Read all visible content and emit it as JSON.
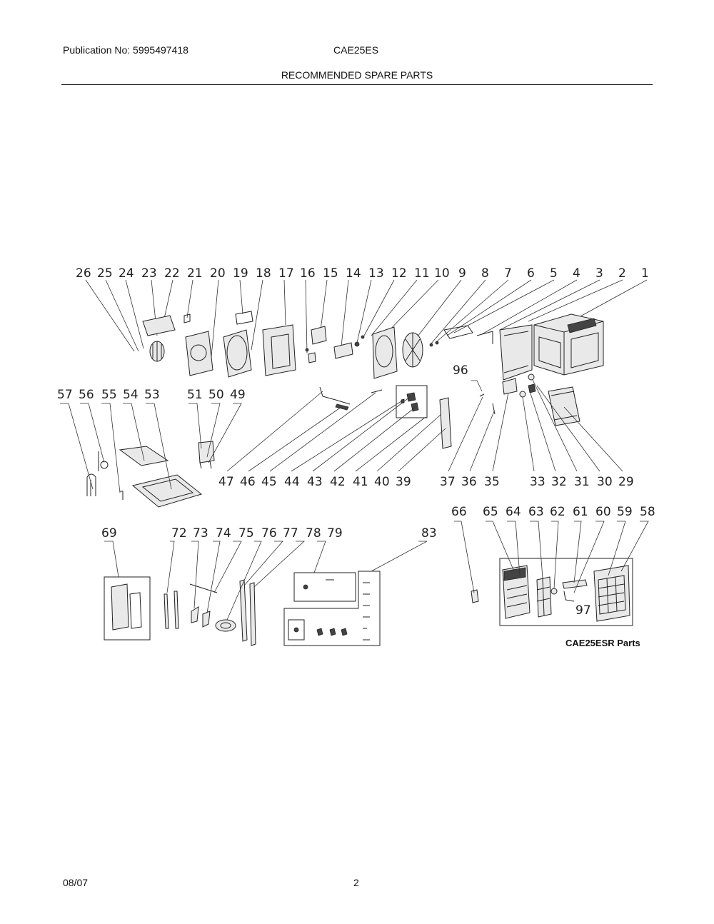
{
  "header": {
    "publication": "Publication No: 5995497418",
    "model": "CAE25ES",
    "title": "RECOMMENDED SPARE PARTS"
  },
  "diagram": {
    "callouts_row1": [
      "26",
      "25",
      "24",
      "23",
      "22",
      "21",
      "20",
      "19",
      "18",
      "17",
      "16",
      "15",
      "14",
      "13",
      "12",
      "11",
      "10",
      "9",
      "8",
      "7",
      "6",
      "5",
      "4",
      "3",
      "2",
      "1"
    ],
    "callouts_row2_left": [
      "57",
      "56",
      "55",
      "54",
      "53",
      "51",
      "50",
      "49"
    ],
    "callouts_row2_bottom": [
      "47",
      "46",
      "45",
      "44",
      "43",
      "42",
      "41",
      "40",
      "39",
      "37",
      "36",
      "35",
      "33",
      "32",
      "31",
      "30",
      "29"
    ],
    "callout_96": "96",
    "callouts_row3_left": [
      "69",
      "72",
      "73",
      "74",
      "75",
      "76",
      "77",
      "78",
      "79",
      "83"
    ],
    "callouts_row3_right": [
      "66",
      "65",
      "64",
      "63",
      "62",
      "61",
      "60",
      "59",
      "58"
    ],
    "callout_97": "97",
    "badge": "CAE25ESR Parts"
  },
  "footer": {
    "date": "08/07",
    "page": "2"
  }
}
